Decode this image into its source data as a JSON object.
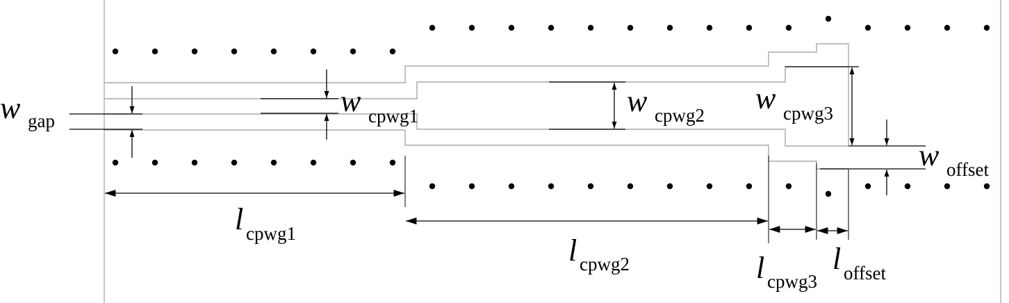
{
  "diagram": {
    "colors": {
      "outline": "#a8a8a8",
      "dim": "#000000",
      "via": "#000000",
      "background": "#ffffff"
    },
    "labels": {
      "w_gap": {
        "main": "w",
        "sub": "gap"
      },
      "w_cpwg1": {
        "main": "w",
        "sub": "cpwg1"
      },
      "w_cpwg2": {
        "main": "w",
        "sub": "cpwg2"
      },
      "w_cpwg3": {
        "main": "w",
        "sub": "cpwg3"
      },
      "w_offset": {
        "main": "w",
        "sub": "offset"
      },
      "l_cpwg1": {
        "main": "l",
        "sub": "cpwg1"
      },
      "l_cpwg2": {
        "main": "l",
        "sub": "cpwg2"
      },
      "l_cpwg3": {
        "main": "l",
        "sub": "cpwg3"
      },
      "l_offset": {
        "main": "l",
        "sub": "offset"
      }
    }
  }
}
